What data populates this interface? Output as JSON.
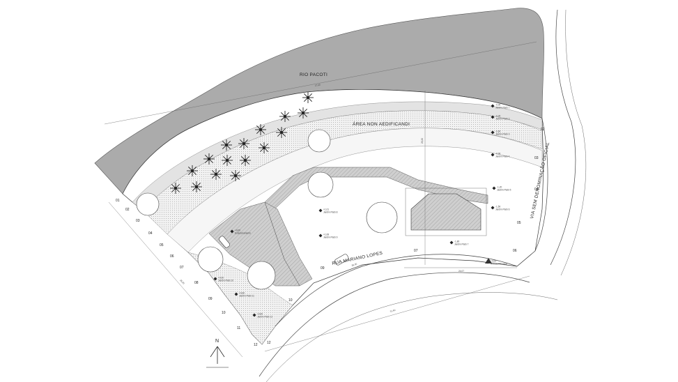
{
  "labels": {
    "river": "RIO PACOTI",
    "non_building_area": "ÁREA NON AEDIFICANDI",
    "street_main": "RUA MARIANO LOPES",
    "street_side": "VIA SEM DENOMINAÇÃO OFICIAL",
    "north": "N"
  },
  "boundary_points": [
    "01",
    "02",
    "03",
    "04",
    "05",
    "06",
    "07",
    "08",
    "09",
    "10",
    "11",
    "12"
  ],
  "right_points": [
    "02",
    "03",
    "04",
    "05",
    "06",
    "07"
  ],
  "levels": [
    {
      "value": "-0,00",
      "name": "Jardim Platô 1"
    },
    {
      "value": "-0,30",
      "name": "Jardim Platô 2"
    },
    {
      "value": "-0,60",
      "name": "Jardim Platô 3"
    },
    {
      "value": "-0,90",
      "name": "Jardim Platô 4"
    },
    {
      "value": "-1,20",
      "name": "Jardim Platô 5"
    },
    {
      "value": "-1,50",
      "name": "Jardim Platô 6"
    },
    {
      "value": "-1,80",
      "name": "Jardim Platô 7"
    },
    {
      "value": "+1,01",
      "name": "Jardim Platô 8"
    },
    {
      "value": "+1,08",
      "name": "Jardim Platô 9"
    },
    {
      "value": "+0,00",
      "name": "Estacionamento"
    },
    {
      "value": "+0,00",
      "name": "Jardim Platô 10"
    },
    {
      "value": "+0,60",
      "name": "Jardim Platô 11"
    },
    {
      "value": "+0,60",
      "name": "Jardim Platô 12"
    },
    {
      "value": "+0,00",
      "name": "Acesso Principal"
    }
  ],
  "dimensions": [
    "17,00",
    "25,20",
    "24,07",
    "25,00",
    "31,60",
    "26,00"
  ],
  "colors": {
    "river": "#ababab",
    "paving": "#dcdcdc",
    "line": "#555555"
  }
}
